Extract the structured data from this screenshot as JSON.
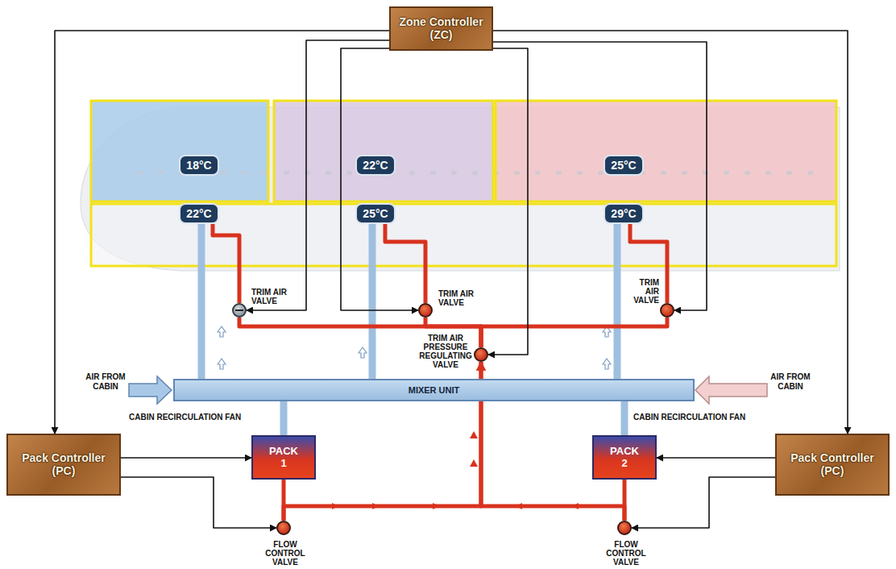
{
  "diagram": {
    "nodes": [
      {
        "text": [
          "Zone Controller (ZC)"
        ]
      },
      {
        "text": [
          "18°C"
        ]
      },
      {
        "text": [
          "22°C"
        ]
      },
      {
        "text": [
          "25°C"
        ]
      },
      {
        "text": [
          "22°C"
        ]
      },
      {
        "text": [
          "25°C"
        ]
      },
      {
        "text": [
          "29°C"
        ]
      },
      {
        "text": [
          "TRIM AIR VALVE"
        ]
      },
      {
        "text": [
          "TRIM AIR VALVE"
        ]
      },
      {
        "text": [
          "TRIM AIR VALVE"
        ]
      },
      {
        "text": [
          "TRIM AIR PRESSURE REGULATING VALVE"
        ]
      },
      {
        "text": [
          "MIXER UNIT"
        ]
      },
      {
        "text": [
          "PACK 1"
        ]
      },
      {
        "text": [
          "PACK 2"
        ]
      },
      {
        "text": [
          "Pack Controller (PC)"
        ]
      },
      {
        "text": [
          "Pack Controller (PC)"
        ]
      },
      {
        "text": [
          "FLOW CONTROL VALVE"
        ]
      },
      {
        "text": [
          "FLOW CONTROL VALVE"
        ]
      }
    ],
    "edges": [
      {
        "from": 0,
        "to": 14,
        "arrow": "to"
      },
      {
        "from": 0,
        "to": 15,
        "arrow": "to"
      },
      {
        "from": 0,
        "to": 7,
        "arrow": "to"
      },
      {
        "from": 0,
        "to": 8,
        "arrow": "to"
      },
      {
        "from": 0,
        "to": 10,
        "arrow": "to"
      },
      {
        "from": 0,
        "to": 9,
        "arrow": "to"
      },
      {
        "from": 14,
        "to": 12,
        "arrow": "to"
      },
      {
        "from": 14,
        "to": 16,
        "arrow": "to"
      },
      {
        "from": 15,
        "to": 13,
        "arrow": "to"
      },
      {
        "from": 15,
        "to": 17,
        "arrow": "to"
      },
      {
        "from": 16,
        "to": 12,
        "arrow": "none"
      },
      {
        "from": 17,
        "to": 13,
        "arrow": "none"
      },
      {
        "from": 16,
        "to": 10,
        "arrow": "to"
      },
      {
        "from": 17,
        "to": 10,
        "arrow": "to"
      },
      {
        "from": 10,
        "to": 7,
        "arrow": "none"
      },
      {
        "from": 10,
        "to": 8,
        "arrow": "none"
      },
      {
        "from": 10,
        "to": 9,
        "arrow": "none"
      },
      {
        "from": 12,
        "to": 11,
        "arrow": "none"
      },
      {
        "from": 13,
        "to": 11,
        "arrow": "none"
      },
      {
        "from": 11,
        "to": 4,
        "arrow": "none"
      },
      {
        "from": 11,
        "to": 5,
        "arrow": "none"
      },
      {
        "from": 11,
        "to": 6,
        "arrow": "none"
      },
      {
        "from": 7,
        "to": 4,
        "arrow": "none"
      },
      {
        "from": 8,
        "to": 5,
        "arrow": "none"
      },
      {
        "from": 9,
        "to": 6,
        "arrow": "none"
      }
    ],
    "labels": [
      "AIR FROM CABIN",
      "AIR FROM CABIN",
      "CABIN RECIRCULATION FAN",
      "CABIN RECIRCULATION FAN"
    ]
  }
}
